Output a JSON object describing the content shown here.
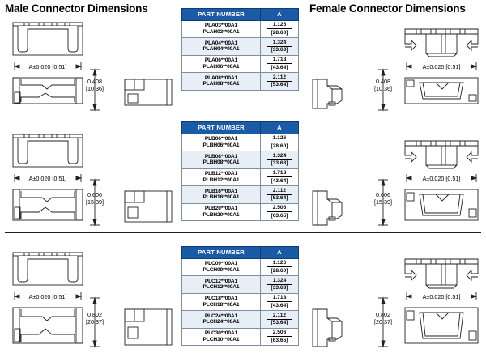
{
  "titles": {
    "male": "Male Connector Dimensions",
    "female": "Female Connector Dimensions"
  },
  "table_headers": {
    "part_number": "PART NUMBER",
    "a": "A"
  },
  "dimension_labels": {
    "width_callout": "A±0.020 [0.51]"
  },
  "sections": [
    {
      "id": "section-1",
      "height_in": "0.408",
      "height_mm": "[10.36]",
      "rows": [
        {
          "pn1": "PLA03**00A1",
          "pn2": "PLAH03**00A1",
          "a_in": "1.126",
          "a_mm": "[28.60]"
        },
        {
          "pn1": "PLA04**00A1",
          "pn2": "PLAH04**00A1",
          "a_in": "1.324",
          "a_mm": "[33.63]"
        },
        {
          "pn1": "PLA06**00A1",
          "pn2": "PLAH06**00A1",
          "a_in": "1.718",
          "a_mm": "[43.64]"
        },
        {
          "pn1": "PLA08**00A1",
          "pn2": "PLAH08**00A1",
          "a_in": "2.112",
          "a_mm": "[53.64]"
        }
      ]
    },
    {
      "id": "section-2",
      "height_in": "0.606",
      "height_mm": "[15.39]",
      "rows": [
        {
          "pn1": "PLB06**00A1",
          "pn2": "PLBH06**00A1",
          "a_in": "1.126",
          "a_mm": "[28.60]"
        },
        {
          "pn1": "PLB08**00A1",
          "pn2": "PLBH08**00A1",
          "a_in": "1.324",
          "a_mm": "[33.63]"
        },
        {
          "pn1": "PLB12**00A1",
          "pn2": "PLBH12**00A1",
          "a_in": "1.718",
          "a_mm": "[43.64]"
        },
        {
          "pn1": "PLB16**00A1",
          "pn2": "PLBH16**00A1",
          "a_in": "2.112",
          "a_mm": "[53.64]"
        },
        {
          "pn1": "PLB20**00A1",
          "pn2": "PLBH20**00A1",
          "a_in": "2.506",
          "a_mm": "[63.65]"
        }
      ]
    },
    {
      "id": "section-3",
      "height_in": "0.802",
      "height_mm": "[20.37]",
      "rows": [
        {
          "pn1": "PLC09**00A1",
          "pn2": "PLCH09**00A1",
          "a_in": "1.126",
          "a_mm": "[28.60]"
        },
        {
          "pn1": "PLC12**00A1",
          "pn2": "PLCH12**00A1",
          "a_in": "1.324",
          "a_mm": "[33.63]"
        },
        {
          "pn1": "PLC18**00A1",
          "pn2": "PLCH18**00A1",
          "a_in": "1.718",
          "a_mm": "[43.64]"
        },
        {
          "pn1": "PLC24**00A1",
          "pn2": "PLCH24**00A1",
          "a_in": "2.112",
          "a_mm": "[53.64]"
        },
        {
          "pn1": "PLC30**00A1",
          "pn2": "PLCH30**00A1",
          "a_in": "2.506",
          "a_mm": "[63.65]"
        }
      ]
    }
  ],
  "colors": {
    "header_blue": "#1b5aa5",
    "alt_row": "#e8eef5",
    "line": "#231f20"
  }
}
